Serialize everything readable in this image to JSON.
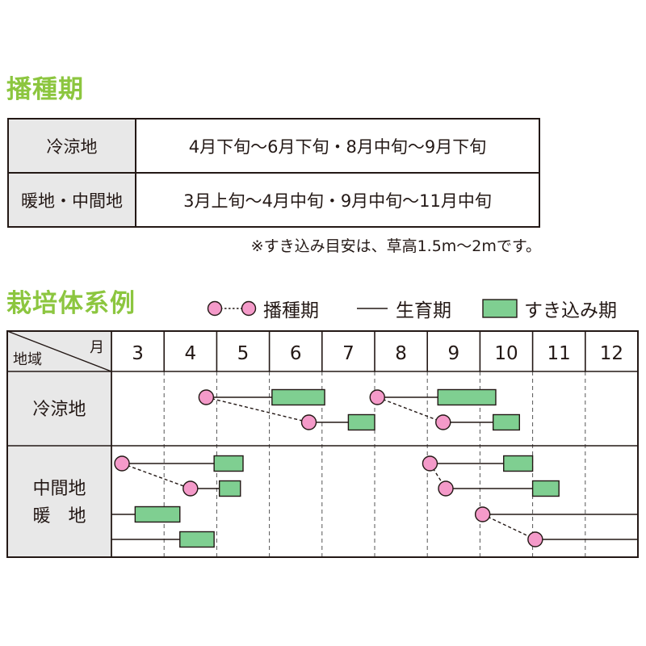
{
  "sowing_period": {
    "heading": "播種期",
    "rows": [
      {
        "region": "冷涼地",
        "period": "4月下旬〜6月下旬・8月中旬〜9月下旬"
      },
      {
        "region": "暖地・中間地",
        "period": "3月上旬〜4月中旬・9月中旬〜11月中旬"
      }
    ],
    "note": "※すき込み目安は、草高1.5m〜2mです。"
  },
  "colors": {
    "heading": "#8cc63f",
    "sowing_marker": "#f49ac9",
    "plowing_bar": "#7fcf91",
    "label_cell": "#e8e8e8",
    "line": "#231815"
  },
  "chart_data": {
    "type": "gantt",
    "title": "栽培体系例",
    "legend": [
      {
        "key": "sowing",
        "label": "播種期",
        "symbol": "pink circles joined by dotted line"
      },
      {
        "key": "growing",
        "label": "生育期",
        "symbol": "solid line"
      },
      {
        "key": "plowing",
        "label": "すき込み期",
        "symbol": "green bar"
      }
    ],
    "legend_position": "top-right",
    "corner_header": {
      "column": "月",
      "row": "地域"
    },
    "months": [
      "3",
      "4",
      "5",
      "6",
      "7",
      "8",
      "9",
      "10",
      "11",
      "12"
    ],
    "x_range": [
      3,
      13
    ],
    "groups": [
      {
        "label_lines": [
          "冷涼地"
        ],
        "rows": [
          {
            "sow": 4.8,
            "plow": [
              6.05,
              7.05
            ]
          },
          {
            "sow": 6.75,
            "plow": [
              7.5,
              8.0
            ]
          },
          {
            "sow": 8.05,
            "plow": [
              9.2,
              10.3
            ]
          },
          {
            "sow": 9.3,
            "plow": [
              10.25,
              10.75
            ]
          }
        ],
        "sow_links": [
          [
            0,
            1
          ],
          [
            2,
            3
          ]
        ]
      },
      {
        "label_lines": [
          "中間地",
          "暖　地"
        ],
        "rows": [
          {
            "sow": 3.2,
            "plow": [
              4.95,
              5.5
            ]
          },
          {
            "sow": 4.5,
            "plow": [
              5.05,
              5.45
            ]
          },
          {
            "sow": 9.05,
            "plow": [
              10.45,
              11.0
            ]
          },
          {
            "sow": 9.35,
            "plow": [
              11.0,
              11.5
            ]
          },
          {
            "sow": null,
            "plow": [
              3.45,
              4.3
            ]
          },
          {
            "sow": 10.05,
            "plow": null
          },
          {
            "sow": null,
            "plow": [
              4.3,
              4.95
            ]
          },
          {
            "sow": 11.05,
            "plow": null
          }
        ],
        "sow_links": [
          [
            0,
            1
          ],
          [
            2,
            3
          ],
          [
            5,
            7
          ]
        ]
      }
    ]
  }
}
